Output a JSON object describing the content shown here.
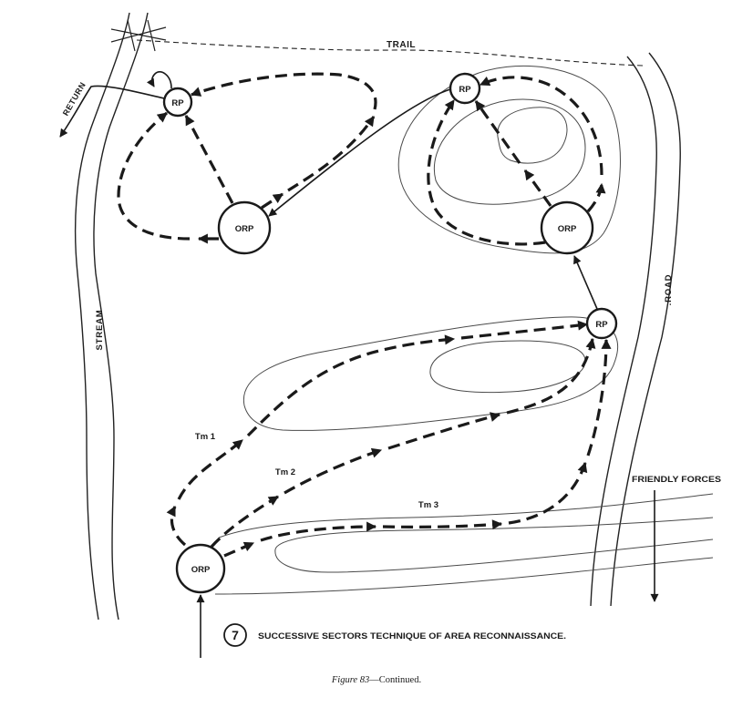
{
  "figure": {
    "labels": {
      "trail": "TRAIL",
      "return": "RETURN",
      "stream": "STREAM",
      "road": ".ROAD",
      "friendly_forces": "FRIENDLY FORCES"
    },
    "points": {
      "rp_1": "RP",
      "rp_2": "RP",
      "rp_3": "RP",
      "orp_1": "ORP",
      "orp_2": "ORP",
      "orp_3": "ORP"
    },
    "teams": [
      "Tm 1",
      "Tm 2",
      "Tm 3"
    ],
    "caption": {
      "number": "7",
      "title": "SUCCESSIVE SECTORS TECHNIQUE OF AREA RECONNAISSANCE."
    },
    "figure_caption": {
      "label": "Figure 83",
      "suffix": "—Continued."
    }
  },
  "colors": {
    "ink": "#1a1a1a"
  }
}
